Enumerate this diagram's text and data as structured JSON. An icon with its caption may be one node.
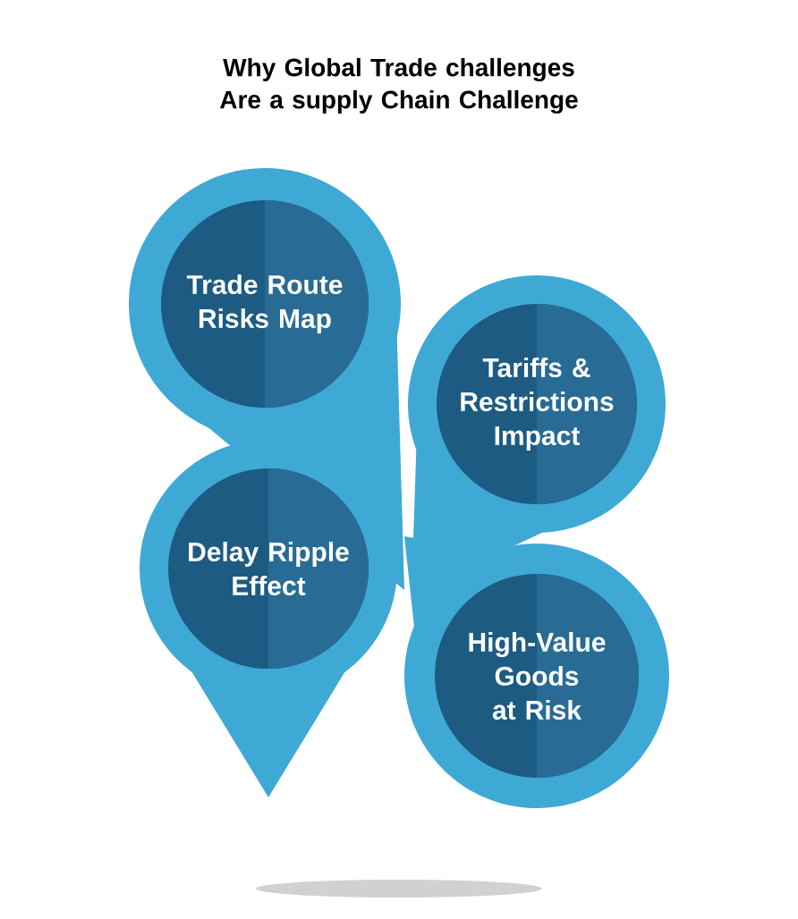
{
  "diagram": {
    "title": "Why Global Trade challenges Are a supply Chain Challenge",
    "nodes": [
      {
        "text": [
          "Trade Route Risks Map"
        ]
      },
      {
        "text": [
          "Tariffs & Restrictions Impact"
        ]
      },
      {
        "text": [
          "Delay Ripple Effect"
        ]
      },
      {
        "text": [
          "High-Value Goods at Risk"
        ]
      }
    ]
  }
}
